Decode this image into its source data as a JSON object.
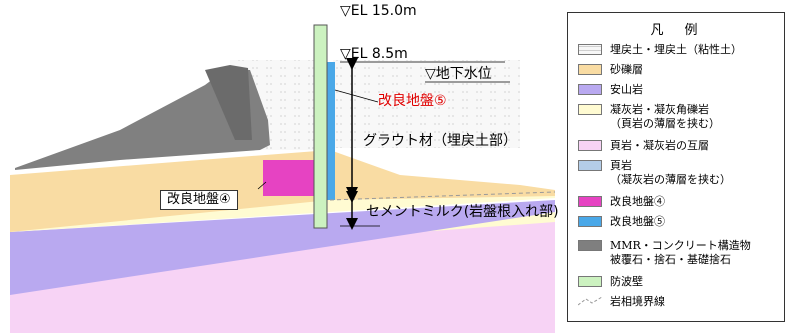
{
  "labels": {
    "el_15": "▽EL 15.0m",
    "el_85": "▽EL 8.5m",
    "groundwater": "▽地下水位",
    "improved5": "改良地盤⑤",
    "grout": "グラウト材（埋戻土部）",
    "improved4": "改良地盤④",
    "cement": "セメントミルク(岩盤根入れ部)"
  },
  "legend": {
    "title": "凡　例",
    "items": [
      {
        "line1": "埋戻土・埋戻土（粘性土）",
        "line2": "",
        "color": "#f7f7f7",
        "icon": "hatch-swatch"
      },
      {
        "line1": "砂礫層",
        "line2": "",
        "color": "#f9dca3",
        "icon": "swatch"
      },
      {
        "line1": "安山岩",
        "line2": "",
        "color": "#b9a9f0",
        "icon": "swatch"
      },
      {
        "line1": "凝灰岩・凝灰角礫岩",
        "line2": "（頁岩の薄層を挟む）",
        "color": "#fffbd2",
        "icon": "swatch"
      },
      {
        "line1": "頁岩・凝灰岩の互層",
        "line2": "",
        "color": "#f7d3f5",
        "icon": "swatch"
      },
      {
        "line1": "頁岩",
        "line2": "（凝灰岩の薄層を挟む）",
        "color": "#b4cde8",
        "icon": "swatch"
      },
      {
        "line1": "改良地盤④",
        "line2": "",
        "color": "#e643c2",
        "icon": "swatch"
      },
      {
        "line1": "改良地盤⑤",
        "line2": "",
        "color": "#4aa8e8",
        "icon": "swatch"
      },
      {
        "line1": "MMR・コンクリート構造物",
        "line2": "被覆石・捨石・基礎捨石",
        "color": "#7f7f7f",
        "icon": "swatch"
      },
      {
        "line1": "防波壁",
        "line2": "",
        "color": "#ccf2c0",
        "icon": "swatch"
      },
      {
        "line1": "岩相境界線",
        "line2": "",
        "color": "#999999",
        "icon": "dashed-line"
      }
    ]
  }
}
